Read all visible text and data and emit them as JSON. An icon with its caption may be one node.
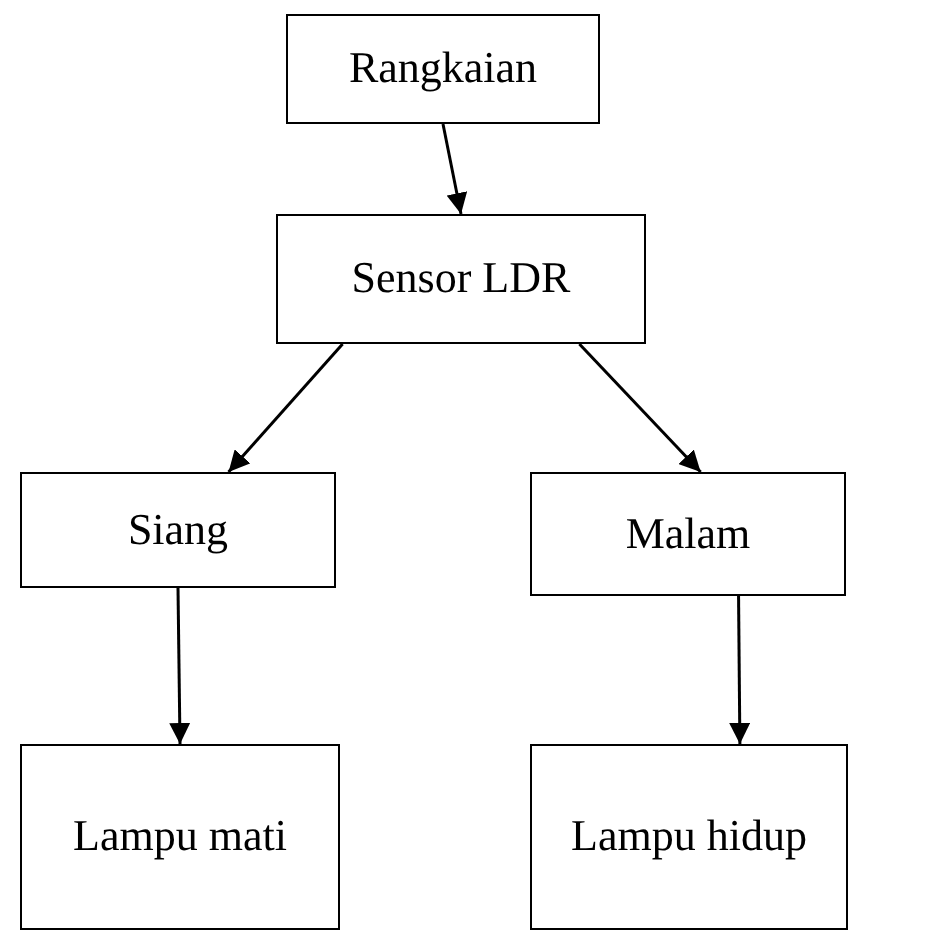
{
  "diagram": {
    "nodes": [
      {
        "text": [
          "Rangkaian"
        ]
      },
      {
        "text": [
          "Sensor LDR"
        ]
      },
      {
        "text": [
          "Siang"
        ]
      },
      {
        "text": [
          "Malam"
        ]
      },
      {
        "text": [
          "Lampu mati"
        ]
      },
      {
        "text": [
          "Lampu hidup"
        ]
      }
    ],
    "edges": [
      {
        "from": 0,
        "to": 1,
        "arrow": "to"
      },
      {
        "from": 1,
        "to": 2,
        "arrow": "to"
      },
      {
        "from": 1,
        "to": 3,
        "arrow": "to"
      },
      {
        "from": 2,
        "to": 4,
        "arrow": "to"
      },
      {
        "from": 3,
        "to": 5,
        "arrow": "to"
      }
    ]
  }
}
